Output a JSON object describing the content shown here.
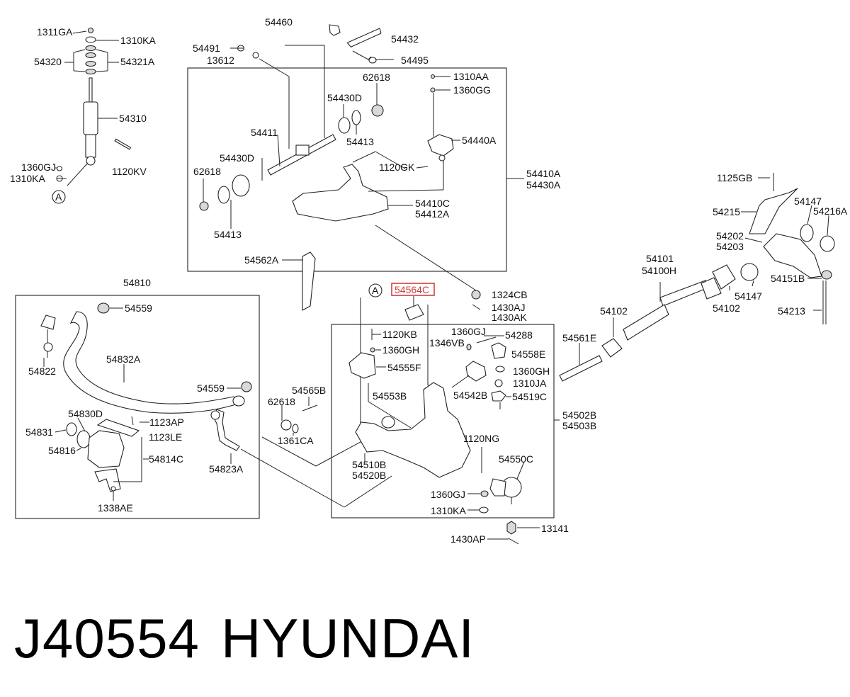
{
  "diagram": {
    "caption": {
      "part_code": "J40554",
      "brand": "HYUNDAI"
    },
    "highlight_color": "#cc2222",
    "labels": {
      "shock": {
        "l1311GA": "1311GA",
        "l1310KA_top": "1310KA",
        "l54320": "54320",
        "l54321A": "54321A",
        "l54310": "54310",
        "l1360GJ": "1360GJ",
        "l1310KA_bot": "1310KA",
        "l1120KV": "1120KV",
        "circleA": "A"
      },
      "upper_arm": {
        "l54460": "54460",
        "l54432": "54432",
        "l54491": "54491",
        "l13612": "13612",
        "l54495": "54495",
        "l62618_a": "62618",
        "l1310AA": "1310AA",
        "l1360GG": "1360GG",
        "l54430D_a": "54430D",
        "l54413_a": "54413",
        "l54411": "54411",
        "l54440A": "54440A",
        "l54430D_b": "54430D",
        "l1120GK": "1120GK",
        "l62618_b": "62618",
        "l54410A": "54410A",
        "l54430A": "54430A",
        "l54410C": "54410C",
        "l54412A": "54412A",
        "l54413_b": "54413",
        "l54562A": "54562A"
      },
      "stabilizer": {
        "l54810": "54810",
        "l54559_a": "54559",
        "l54822": "54822",
        "l54832A": "54832A",
        "l54559_b": "54559",
        "l54830D": "54830D",
        "l1123AP": "1123AP",
        "l54831": "54831",
        "l1123LE": "1123LE",
        "l54816": "54816",
        "l54814C": "54814C",
        "l1338AE": "1338AE",
        "l54823A": "54823A",
        "l62618_c": "62618",
        "l54565B": "54565B",
        "l1361CA": "1361CA"
      },
      "lower_arm": {
        "circleA": "A",
        "l54564C": "54564C",
        "l1324CB": "1324CB",
        "l1430AJ": "1430AJ",
        "l1430AK": "1430AK",
        "l1120KB": "1120KB",
        "l1360GH_a": "1360GH",
        "l54555F": "54555F",
        "l54553B": "54553B",
        "l1360GJ_a": "1360GJ",
        "l54288": "54288",
        "l1346VB": "1346VB",
        "l54558E": "54558E",
        "l1360GH_b": "1360GH",
        "l1310JA": "1310JA",
        "l54542B": "54542B",
        "l54519C": "54519C",
        "l54502B": "54502B",
        "l54503B": "54503B",
        "l1120NG": "1120NG",
        "l54510B": "54510B",
        "l54520B": "54520B",
        "l54550C": "54550C",
        "l1360GJ_b": "1360GJ",
        "l1310KA": "1310KA",
        "l13141": "13141",
        "l1430AP": "1430AP"
      },
      "torsion": {
        "l1125GB": "1125GB",
        "l54147_a": "54147",
        "l54215": "54215",
        "l54216A": "54216A",
        "l54202": "54202",
        "l54203": "54203",
        "l54101": "54101",
        "l54100H": "54100H",
        "l54151B": "54151B",
        "l54147_b": "54147",
        "l54102_a": "54102",
        "l54102_b": "54102",
        "l54213": "54213",
        "l54561E": "54561E"
      }
    }
  }
}
